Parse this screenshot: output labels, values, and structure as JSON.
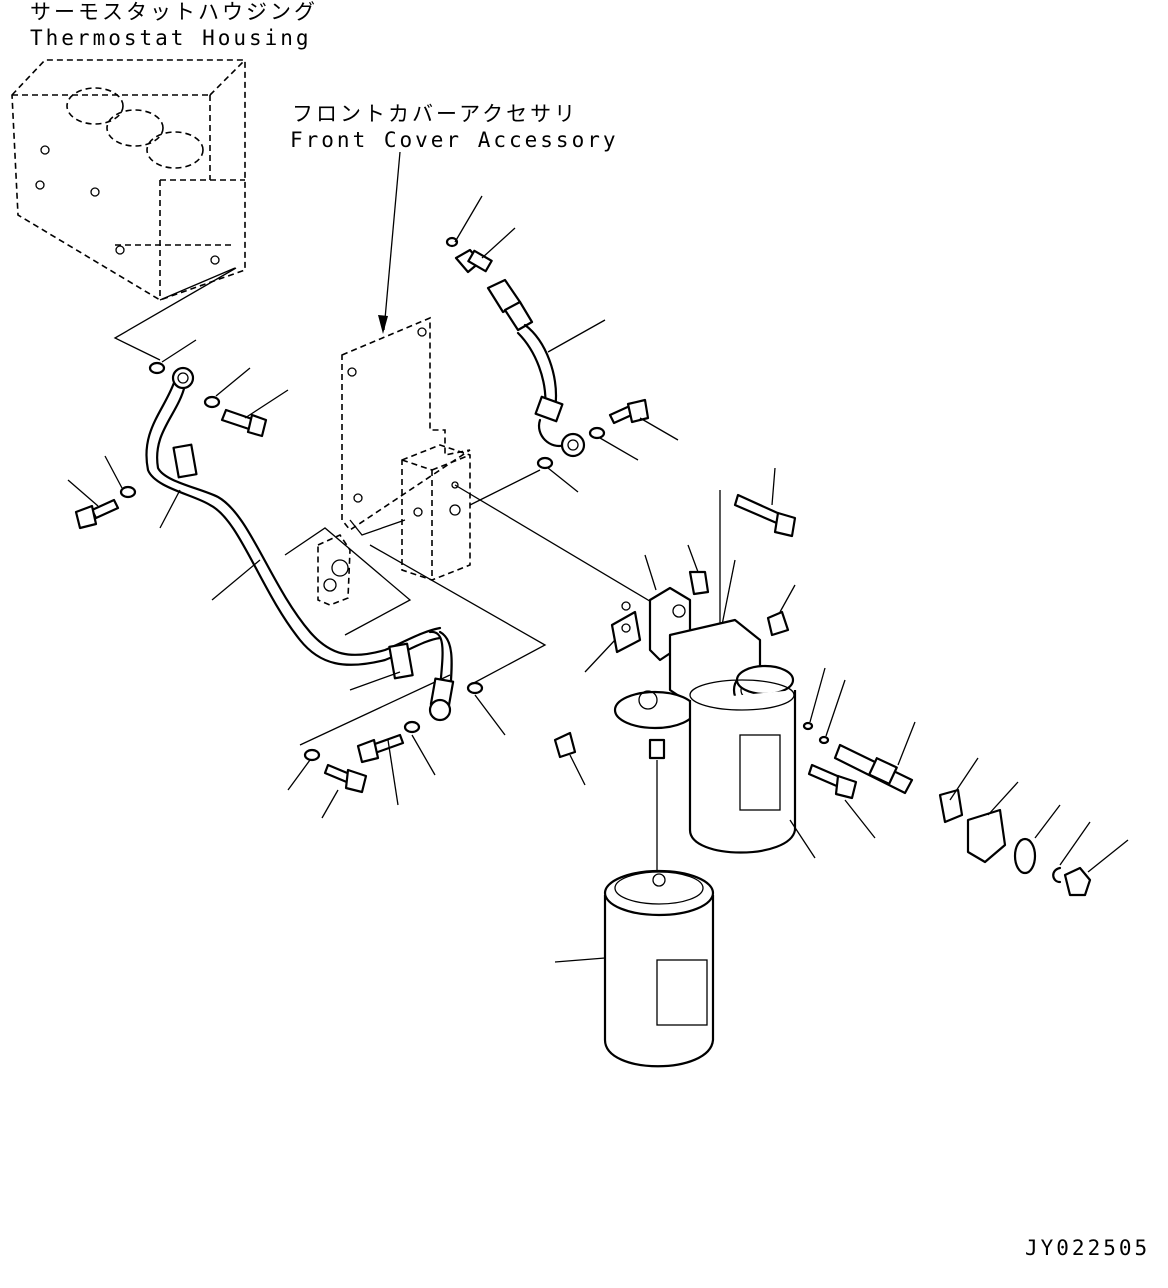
{
  "labels": {
    "thermostat_housing_jp": "サーモスタットハウジング",
    "thermostat_housing_en": "Thermostat Housing",
    "front_cover_accessory_jp": "フロントカバーアクセサリ",
    "front_cover_accessory_en": "Front Cover Accessory",
    "drawing_id": "JY022505"
  },
  "colors": {
    "line": "#000000",
    "background": "#ffffff"
  }
}
